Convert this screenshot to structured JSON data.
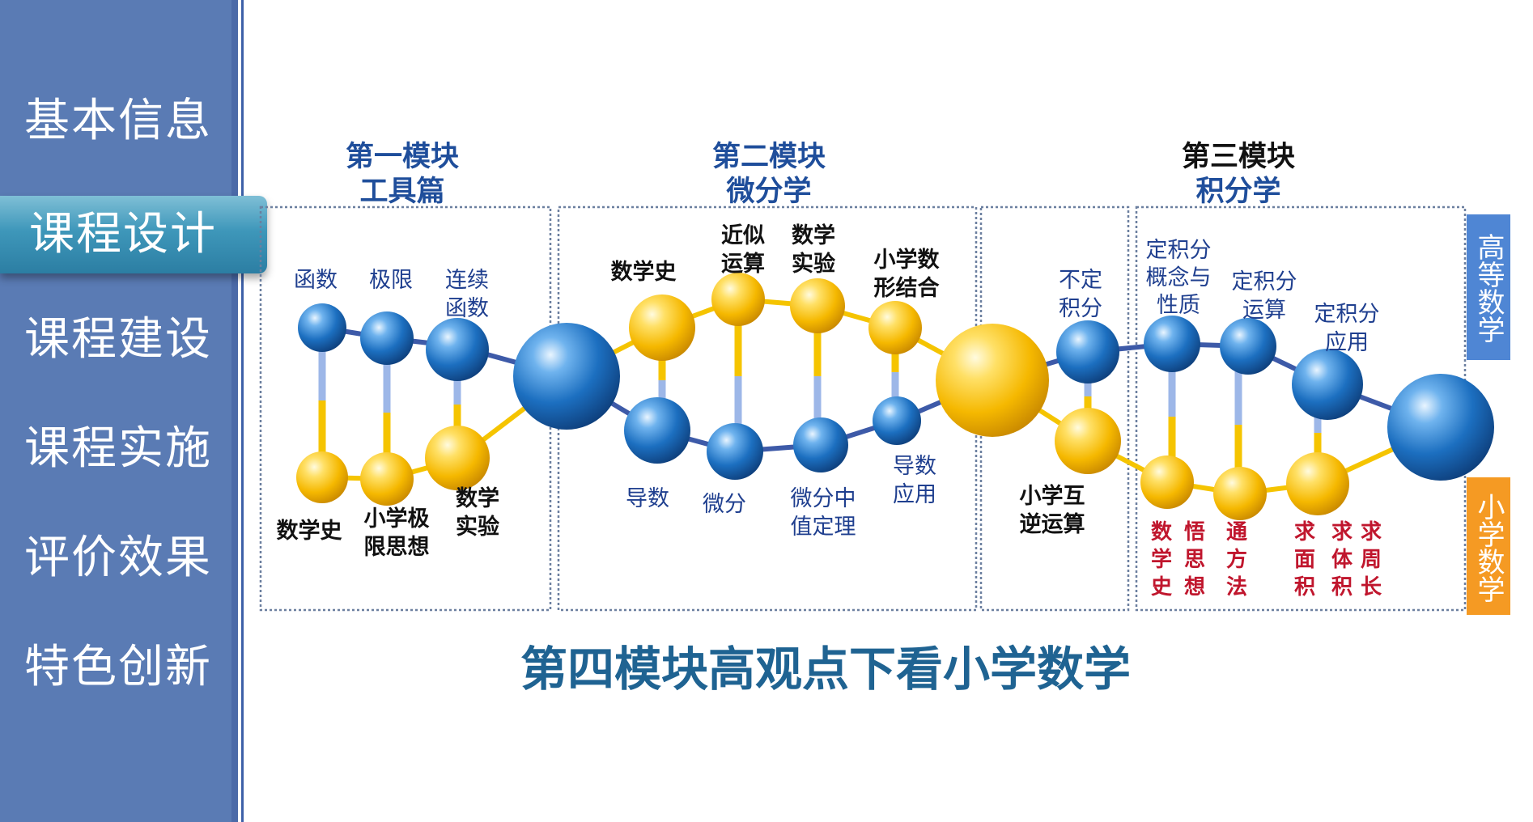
{
  "nav": {
    "items": [
      {
        "label": "基本信息"
      },
      {
        "label": "课程设计"
      },
      {
        "label": "课程建设"
      },
      {
        "label": "课程实施"
      },
      {
        "label": "评价效果"
      },
      {
        "label": "特色创新"
      }
    ],
    "active_index": 1
  },
  "modules": [
    {
      "line1": "第一模块",
      "line2": "工具篇"
    },
    {
      "line1": "第二模块",
      "line2": "微分学"
    },
    {
      "line1": "第三模块",
      "line2": "积分学"
    }
  ],
  "labels": {
    "m1_top": [
      "函数",
      "极限",
      "连续",
      "函数"
    ],
    "m1_bottom": [
      "数学史",
      "小学极",
      "限思想",
      "数学",
      "实验"
    ],
    "m2_top": [
      "数学史",
      "近似",
      "运算",
      "数学",
      "实验",
      "小学数",
      "形结合"
    ],
    "m2_bottom": [
      "导数",
      "微分",
      "微分中",
      "值定理",
      "导数",
      "应用"
    ],
    "m3_left": [
      "不定",
      "积分",
      "小学互",
      "逆运算"
    ],
    "m3_top": [
      "定积分",
      "概念与",
      "性质",
      "定积分",
      "运算",
      "定积分",
      "应用"
    ],
    "m3_bottom_red": [
      "数",
      "学",
      "史",
      "悟",
      "思",
      "想",
      "通",
      "方",
      "法",
      "求",
      "面",
      "积",
      "求",
      "体",
      "积",
      "求",
      "周",
      "长"
    ]
  },
  "side_tags": {
    "upper": "高等数学",
    "lower": "小学数学"
  },
  "footer_title": "第四模块高观点下看小学数学",
  "colors": {
    "sidebar": "#5a7bb4",
    "module_title": "#1f4e9b",
    "label": "#1f3f8f",
    "red": "#c0162d",
    "blue_ball": "#1c6fc0",
    "gold_ball": "#f5b800",
    "tag_upper": "#4f86d4",
    "tag_lower": "#f59a23"
  }
}
